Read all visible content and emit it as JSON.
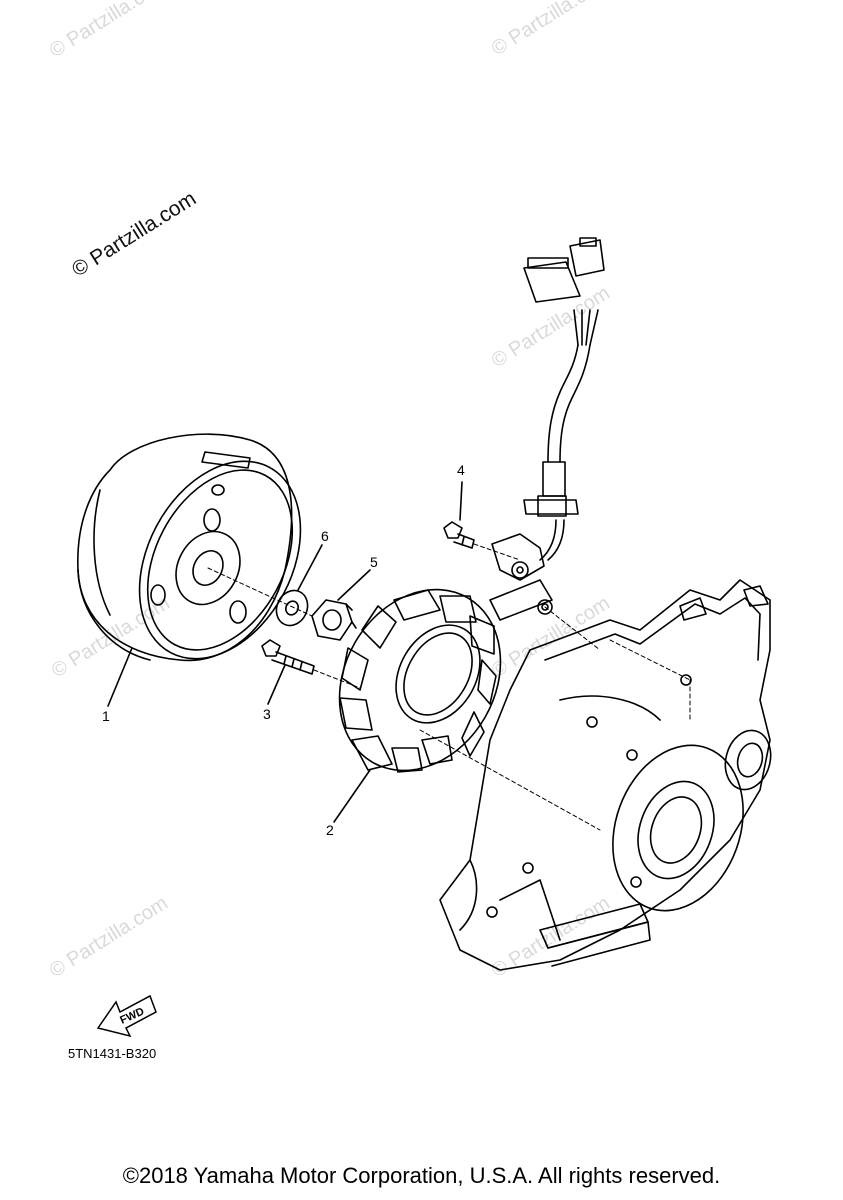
{
  "watermark": "© Partzilla.com",
  "callouts": {
    "c1": "1",
    "c2": "2",
    "c3": "3",
    "c4": "4",
    "c5": "5",
    "c6": "6"
  },
  "fwd_label": "FWD",
  "drawing_code": "5TN1431-B320",
  "copyright": "©2018 Yamaha Motor Corporation, U.S.A. All rights reserved."
}
